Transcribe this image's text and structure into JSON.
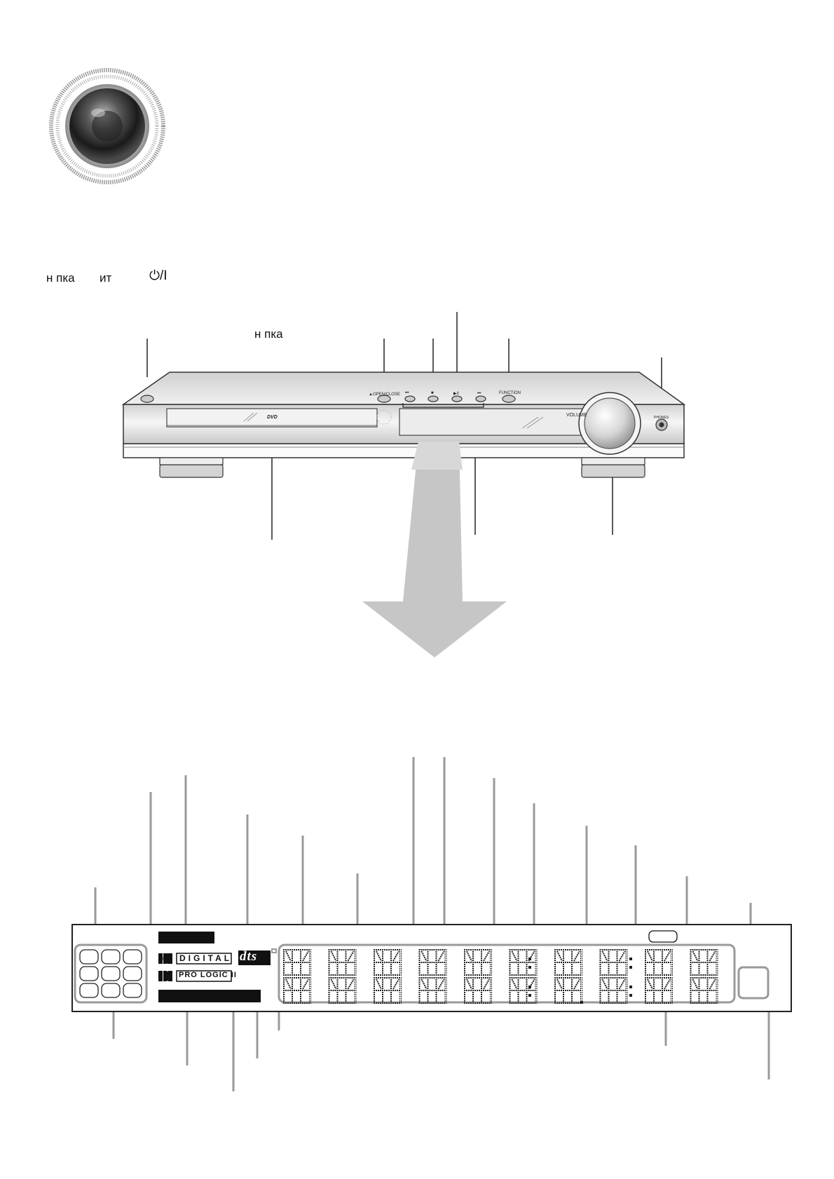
{
  "header": {
    "power_label_a": "н пка",
    "power_label_b": "ит",
    "power_symbol": "⏻/I",
    "top_button_label": "н пка"
  },
  "front_panel": {
    "buttons": {
      "open_close": "▲OPEN/CLOSE",
      "prev": "⏮",
      "stop": "■",
      "play_pause": "▶II",
      "next": "⏭",
      "function": "FUNCTION"
    },
    "volume_label": "VOLUME",
    "dvd_logo": "DVD",
    "phones_label": "PHONES"
  },
  "display": {
    "digital_label": "DIGITAL",
    "pro_logic_label": "PRO LOGIC II",
    "dts_label": "dts"
  },
  "colors": {
    "device_body": "#e9e9e9",
    "display_segments": "#222222",
    "arrow": "#c8c8c8",
    "callout_gray": "#9a9a9a"
  }
}
